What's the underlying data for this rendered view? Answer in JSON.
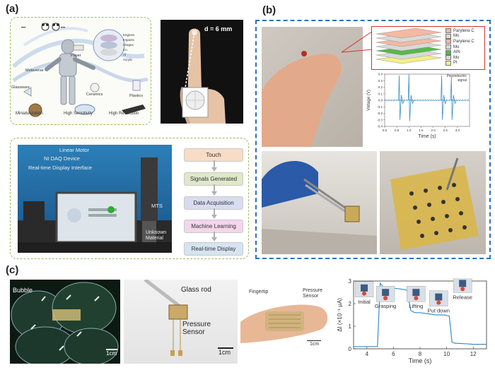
{
  "panels": {
    "a": "(a)",
    "b": "(b)",
    "c": "(c)"
  },
  "panel_a": {
    "diagram_labels": {
      "metaverse": "Metaverse",
      "glassware": "Glassware",
      "paper": "Paper",
      "ceramics": "Ceramics",
      "plastics": "Plastics",
      "ellipsis_left": "•••",
      "ellipsis_right": "•••"
    },
    "legend_items": [
      "Engines",
      "Impacts",
      "Images",
      "Cu",
      "Al",
      "Acrylic"
    ],
    "features": [
      "Miniaturization",
      "High Sensitivity",
      "High Resolution"
    ],
    "finger_dimension": "d = 6 mm",
    "setup_labels": {
      "linear_motor": "Linear Motor",
      "daq": "NI DAQ Device",
      "display": "Real-time Display Interface",
      "mts": "MTS",
      "unknown_material": "Unknown\nMaterial"
    },
    "flow_steps": [
      {
        "label": "Touch",
        "color": "#f8dcc6"
      },
      {
        "label": "Signals Generated",
        "color": "#dfe8c9"
      },
      {
        "label": "Data Acquisition",
        "color": "#d8dcf0"
      },
      {
        "label": "Machine Learning",
        "color": "#f4d6ec"
      },
      {
        "label": "Real-time Display",
        "color": "#d6e4f2"
      }
    ]
  },
  "panel_b": {
    "layers": [
      {
        "name": "Parylene C",
        "color": "#f3b9a2"
      },
      {
        "name": "Mo",
        "color": "#d9d9d9"
      },
      {
        "name": "Parylene C",
        "color": "#f3b9a2"
      },
      {
        "name": "Mo",
        "color": "#d9d9d9"
      },
      {
        "name": "AlN",
        "color": "#57b94a"
      },
      {
        "name": "Mo",
        "color": "#d9d9d9"
      },
      {
        "name": "PI",
        "color": "#f2ef8a"
      }
    ],
    "signal_label": "Piezoelectric\nsignal"
  },
  "chart_data": [
    {
      "type": "line",
      "title": "",
      "xlabel": "Time (s)",
      "ylabel": "Voltage (V)",
      "xlim": [
        0,
        3.5
      ],
      "ylim": [
        -0.4,
        0.4
      ],
      "xticks": [
        "0.0",
        "0.5",
        "1.0",
        "1.5",
        "2.0",
        "2.5",
        "3.0"
      ],
      "yticks": [
        "0.4",
        "0.3",
        "0.2",
        "0.1",
        "0.0",
        "-0.1",
        "-0.2",
        "-0.3",
        "-0.4"
      ],
      "color": "#3b8fc7",
      "spikes": [
        {
          "x": 0.6,
          "peak": 0.38,
          "trough": -0.3
        },
        {
          "x": 1.0,
          "peak": 0.4,
          "trough": -0.32
        },
        {
          "x": 2.35,
          "peak": 0.38,
          "trough": -0.3
        },
        {
          "x": 2.75,
          "peak": 0.36,
          "trough": -0.3
        }
      ]
    },
    {
      "type": "line",
      "title": "",
      "xlabel": "Time (s)",
      "ylabel": "ΔI (×10⁻¹ μA)",
      "xlim": [
        3,
        13
      ],
      "ylim": [
        0,
        3
      ],
      "xticks": [
        "4",
        "6",
        "8",
        "10",
        "12"
      ],
      "yticks": [
        "0",
        "1",
        "2",
        "3"
      ],
      "color": "#3b8fc7",
      "x": [
        3.0,
        4.8,
        5.0,
        5.3,
        5.6,
        6.0,
        6.5,
        7.0,
        7.3,
        7.6,
        8.0,
        8.6,
        9.2,
        9.8,
        10.2,
        10.4,
        10.6,
        11.5,
        12.0,
        12.6,
        13.0
      ],
      "y": [
        0.1,
        0.1,
        2.9,
        2.7,
        2.7,
        2.68,
        2.65,
        2.6,
        1.7,
        1.6,
        1.6,
        1.55,
        1.5,
        1.5,
        1.45,
        0.3,
        0.25,
        0.22,
        0.2,
        0.2,
        0.2
      ],
      "annotations": [
        "Initial",
        "Grasping",
        "Lifting",
        "Put down",
        "Release"
      ]
    }
  ],
  "panel_c": {
    "bubble_label": "Bubble",
    "scale_left": "1cm",
    "glass_rod": "Glass rod",
    "pressure_sensor": "Pressure\nSensor",
    "scale_mid": "1cm",
    "fingertip": "Fingertip",
    "pressure_sensor_small": "Pressure\nSensor",
    "scale_finger": "1cm"
  }
}
